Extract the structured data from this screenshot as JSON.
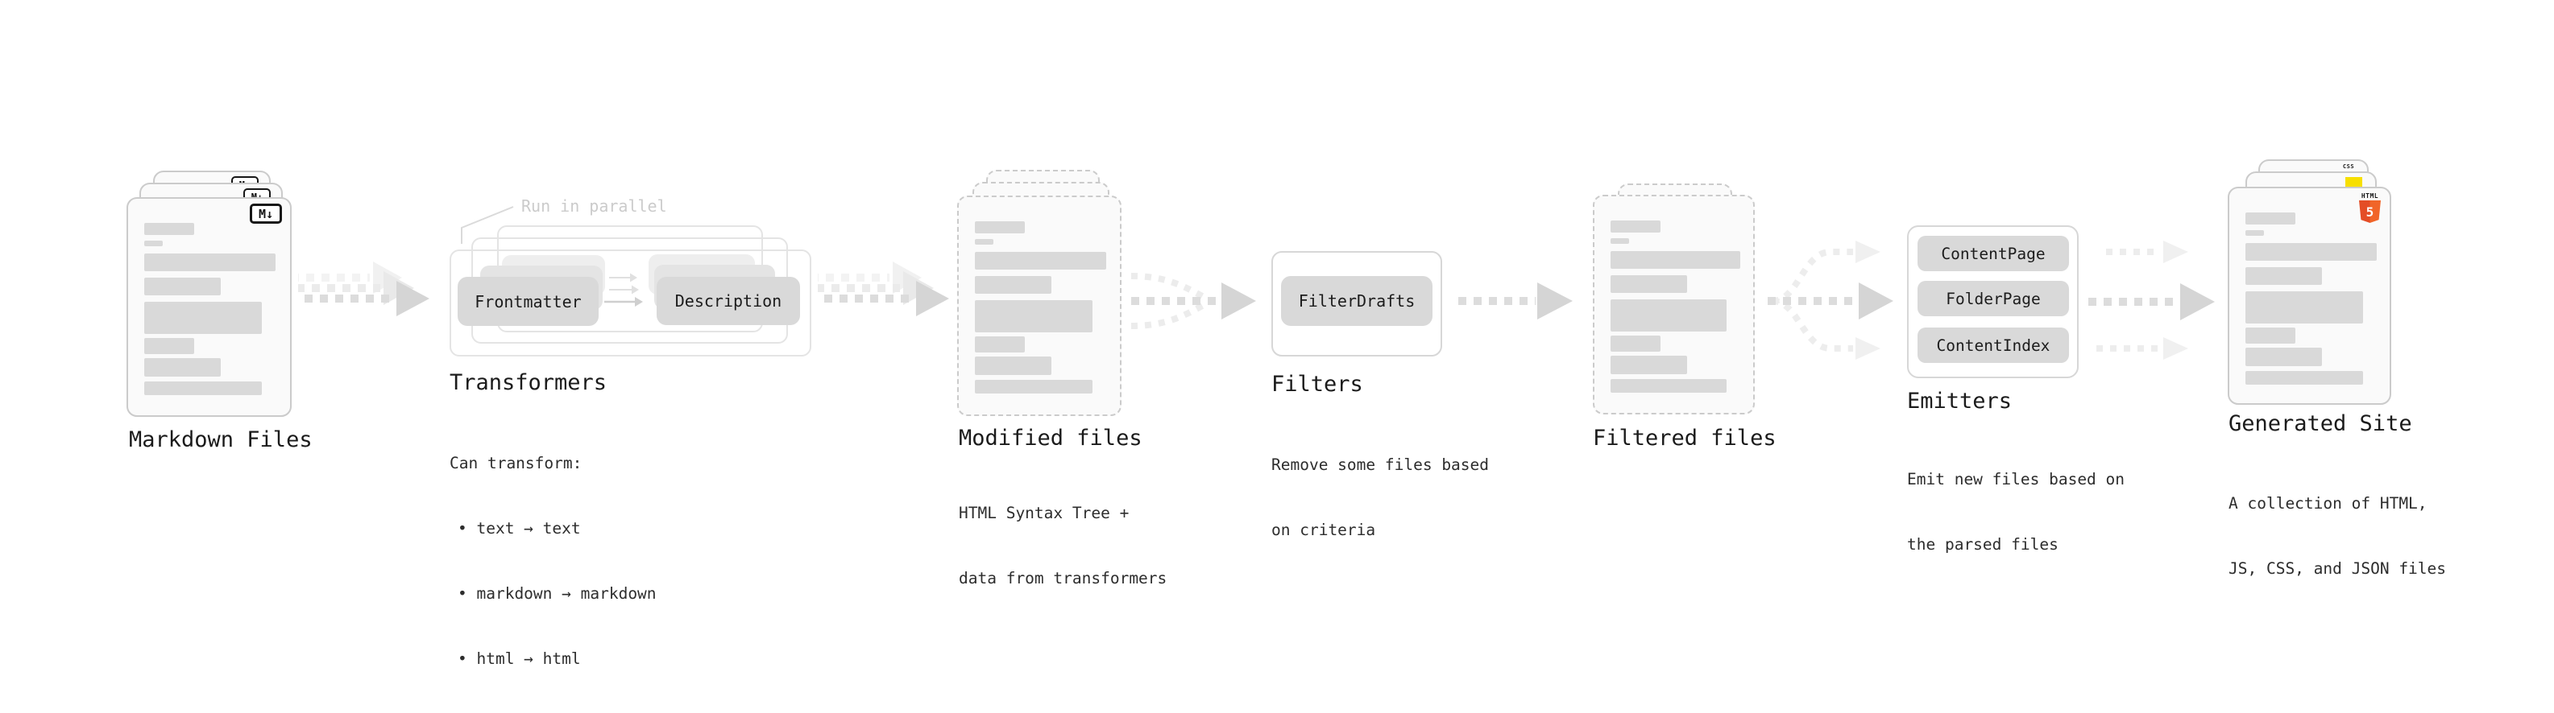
{
  "stages": {
    "markdown_files": {
      "label": "Markdown Files",
      "file_icon": "M↓"
    },
    "transformers": {
      "label": "Transformers",
      "parallel_note": "Run in parallel",
      "source_node": "Frontmatter",
      "target_node": "Description",
      "can_transform_heading": "Can transform:",
      "bullets": [
        "• text → text",
        "• markdown → markdown",
        "• html → html"
      ]
    },
    "modified_files": {
      "label": "Modified files",
      "description_lines": [
        "HTML Syntax Tree +",
        "data from transformers"
      ]
    },
    "filters": {
      "label": "Filters",
      "filter_node": "FilterDrafts",
      "description_lines": [
        "Remove some files based",
        "on criteria"
      ]
    },
    "filtered_files": {
      "label": "Filtered files"
    },
    "emitters": {
      "label": "Emitters",
      "emitter_nodes": [
        "ContentPage",
        "FolderPage",
        "ContentIndex"
      ],
      "description_lines": [
        "Emit new files based on",
        "the parsed files"
      ]
    },
    "generated_site": {
      "label": "Generated Site",
      "description_lines": [
        "A collection of HTML,",
        "JS, CSS, and JSON files"
      ],
      "html_icon_text": "HTML",
      "html_icon_number": "5",
      "css_icon_text": "CSS"
    }
  },
  "colors": {
    "html5_orange": "#e44d26",
    "js_yellow": "#f7df00",
    "css_blue": "#2d6cf0",
    "node_gray": "#d9d9d9",
    "arrow_gray": "#d5d5d5"
  }
}
